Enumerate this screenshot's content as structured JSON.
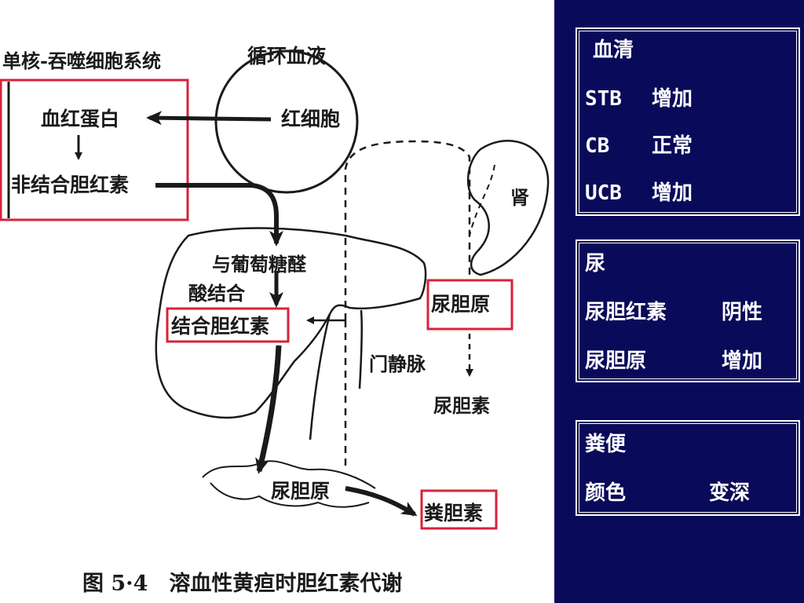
{
  "diagram": {
    "caption": "图 5·4　溶血性黄疸时胆红素代谢",
    "labels": {
      "mono_system": "单核-吞噬细胞系统",
      "circulation": "循环血液",
      "hemoglobin": "血红蛋白",
      "rbc": "红细胞",
      "unconj_bilirubin": "非结合胆红素",
      "kidney": "肾",
      "glucuronic_1": "与葡萄糖醛",
      "glucuronic_2": "酸结合",
      "conj_bilirubin": "结合胆红素",
      "urobilinogen_kidney": "尿胆原",
      "portal_vein": "门静脉",
      "urobilin": "尿胆素",
      "urobilinogen_gut": "尿胆原",
      "stercobilin": "粪胆素"
    },
    "highlight_color": "#d8223a"
  },
  "panel": {
    "background": "#0a0a5a",
    "serum": {
      "title": "血清",
      "rows": [
        {
          "label": "STB",
          "value": "增加"
        },
        {
          "label": "CB",
          "value": "正常"
        },
        {
          "label": "UCB",
          "value": "增加"
        }
      ]
    },
    "urine": {
      "title": "尿",
      "rows": [
        {
          "label": "尿胆红素",
          "value": "阴性"
        },
        {
          "label": "尿胆原",
          "value": "增加"
        }
      ]
    },
    "stool": {
      "title": "粪便",
      "rows": [
        {
          "label": "颜色",
          "value": "变深"
        }
      ]
    }
  }
}
